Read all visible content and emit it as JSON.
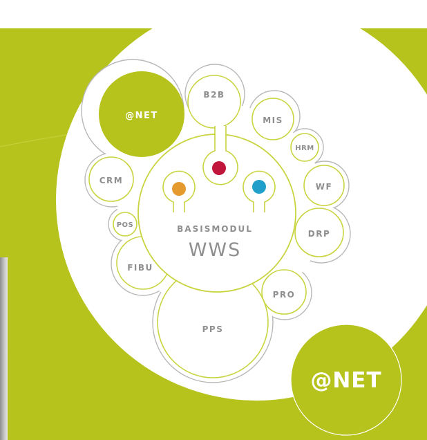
{
  "diagram": {
    "colors": {
      "accent_green": "#b7c31d",
      "node_stroke": "#c8d440",
      "outer_stroke": "#b8b8b8",
      "label_gray": "#8f8f8f",
      "dot_red": "#c0163c",
      "dot_orange": "#e59a2d",
      "dot_blue": "#1f9fc9"
    },
    "center": {
      "title": "BASISMODUL",
      "subtitle": "WWS"
    },
    "modules": {
      "net_highlight": "@NET",
      "b2b": "B2B",
      "mis": "MIS",
      "hrm": "HRM",
      "wf": "WF",
      "drp": "DRP",
      "pro": "PRO",
      "pps": "PPS",
      "fibu": "FIBU",
      "pos": "POS",
      "crm": "CRM"
    },
    "badge": {
      "label": "@NET"
    }
  }
}
